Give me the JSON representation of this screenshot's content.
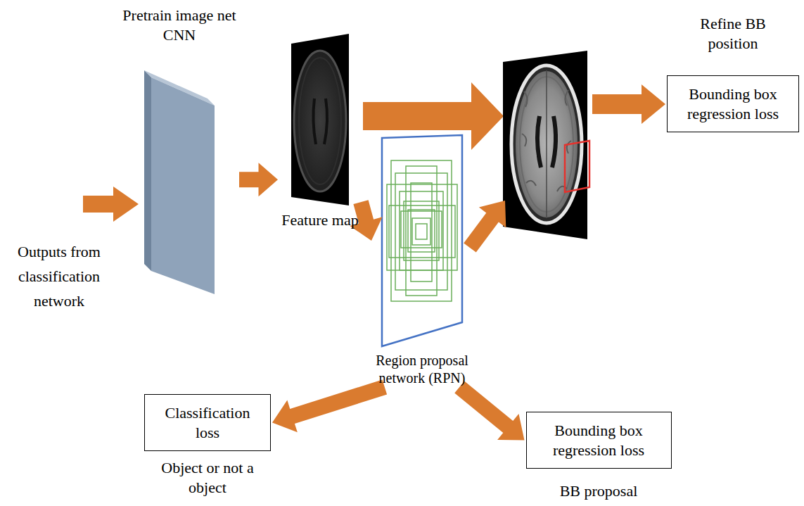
{
  "diagram": {
    "nodes": [
      {
        "text": [
          "Pretrain image net CNN"
        ]
      },
      {
        "text": [
          "Feature map"
        ]
      },
      {
        "text": [
          "Refine BB position",
          "Bounding box regression loss"
        ]
      },
      {
        "text": [
          "Region proposal network (RPN)"
        ]
      },
      {
        "text": [
          "Classification loss",
          "Object or not a object"
        ]
      },
      {
        "text": [
          "Bounding box regression loss",
          "BB proposal"
        ]
      }
    ],
    "edges": [
      {
        "from": 0,
        "to": 1,
        "arrow": "to"
      },
      {
        "from": 1,
        "to": 3,
        "arrow": "to"
      },
      {
        "from": 3,
        "to": 4,
        "arrow": "to"
      },
      {
        "from": 3,
        "to": 5,
        "arrow": "to"
      }
    ],
    "labels": [
      "Outputs from classification network"
    ]
  }
}
